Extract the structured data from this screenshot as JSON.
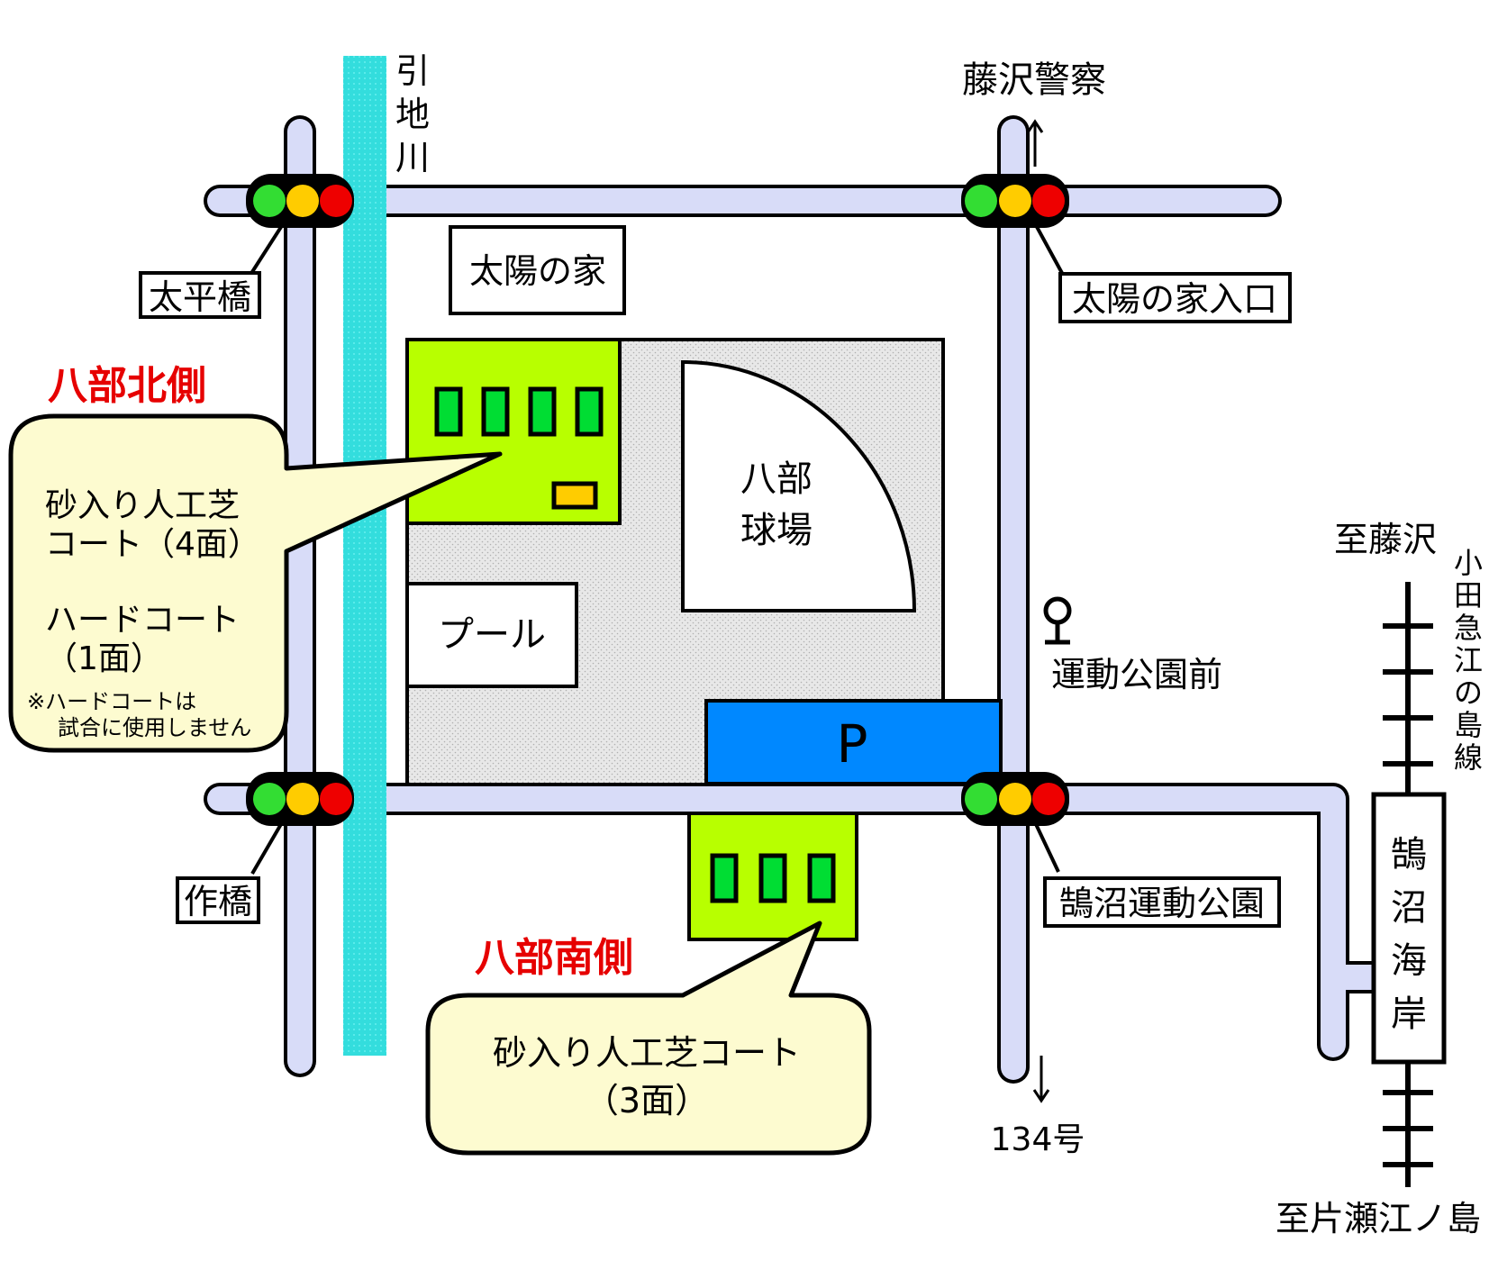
{
  "labels": {
    "river": [
      "引",
      "地",
      "川"
    ],
    "fujisawa_police": "藤沢警察",
    "taiyo_no_ie": "太陽の家",
    "taiyo_entrance": "太陽の家入口",
    "taihei_bridge": "太平橋",
    "saku_bridge": "作橋",
    "north_side": "八部北側",
    "south_side": "八部南側",
    "stadium": [
      "八部",
      "球場"
    ],
    "pool": "プール",
    "parking": "P",
    "bus_stop": "運動公園前",
    "park_signal": "鵠沼運動公園",
    "route_134": "134号",
    "to_fujisawa": "至藤沢",
    "to_katase": "至片瀬江ノ島",
    "rail_line": [
      "小",
      "田",
      "急",
      "江",
      "の",
      "島",
      "線"
    ],
    "station": [
      "鵠",
      "沼",
      "海",
      "岸"
    ]
  },
  "callouts": {
    "north": {
      "line1": "砂入り人工芝",
      "line2": "コート（4面）",
      "line3": "ハードコート",
      "line4": "（1面）",
      "note1": "※ハードコートは",
      "note2": "試合に使用しません"
    },
    "south": {
      "line1": "砂入り人工芝コート",
      "line2": "（3面）"
    }
  },
  "colors": {
    "road": "#d8dcf8",
    "river": "#33dddd",
    "court_green": "#b8ff00",
    "court_marker": "#00dd33",
    "hard_court": "#ffcc00",
    "parking": "#0088ff",
    "callout_fill": "#fdfbd0",
    "label_red": "#e60000",
    "signal_green": "#33dd33",
    "signal_yellow": "#ffcc00",
    "signal_red": "#ee0000"
  },
  "icons": {
    "bus_stop": "bus-stop-icon",
    "arrow_up": "arrow-up-icon",
    "arrow_down": "arrow-down-icon",
    "signal": "traffic-signal-icon"
  }
}
